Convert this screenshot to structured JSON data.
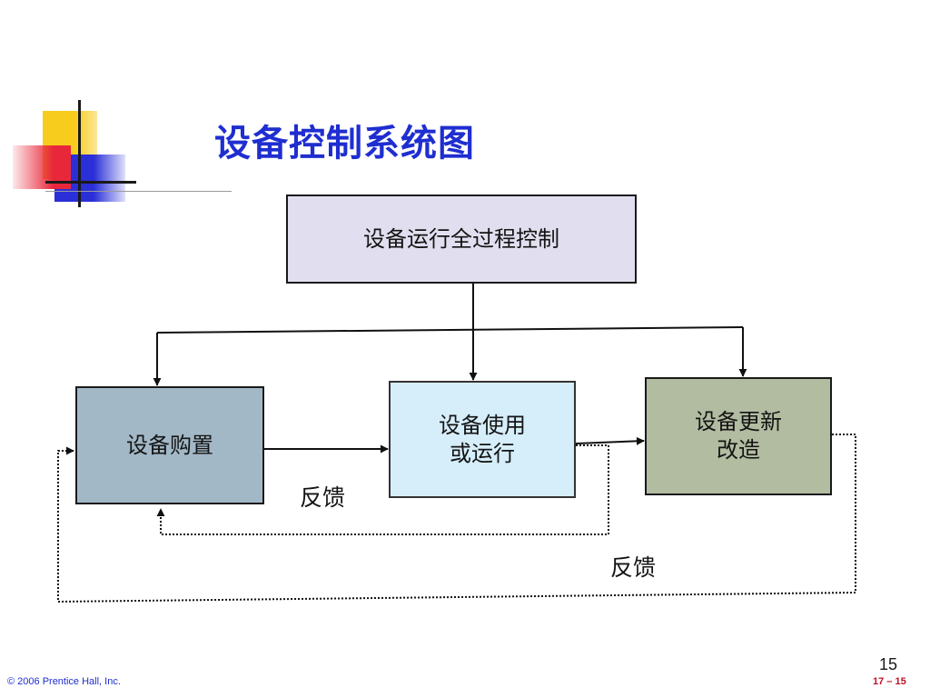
{
  "slide": {
    "title": "设备控制系统图",
    "footer_copyright": "© 2006 Prentice Hall, Inc.",
    "slide_number": "15",
    "page_label": "17 – 15"
  },
  "diagram": {
    "top_box": "设备运行全过程控制",
    "purchase_box": "设备购置",
    "use_box": {
      "line1": "设备使用",
      "line2": "或运行"
    },
    "renew_box": {
      "line1": "设备更新",
      "line2": "改造"
    },
    "feedback_label_1": "反馈",
    "feedback_label_2": "反馈"
  },
  "colors": {
    "title": "#1f2ed0",
    "deco_yellow": "#f7cc1c",
    "deco_red": "#e8283a",
    "deco_blue": "#2a2fd8",
    "top_box": "#e1dfef",
    "purchase_box": "#a3b8c7",
    "use_box": "#d6eefa",
    "renew_box": "#b2bca1"
  }
}
